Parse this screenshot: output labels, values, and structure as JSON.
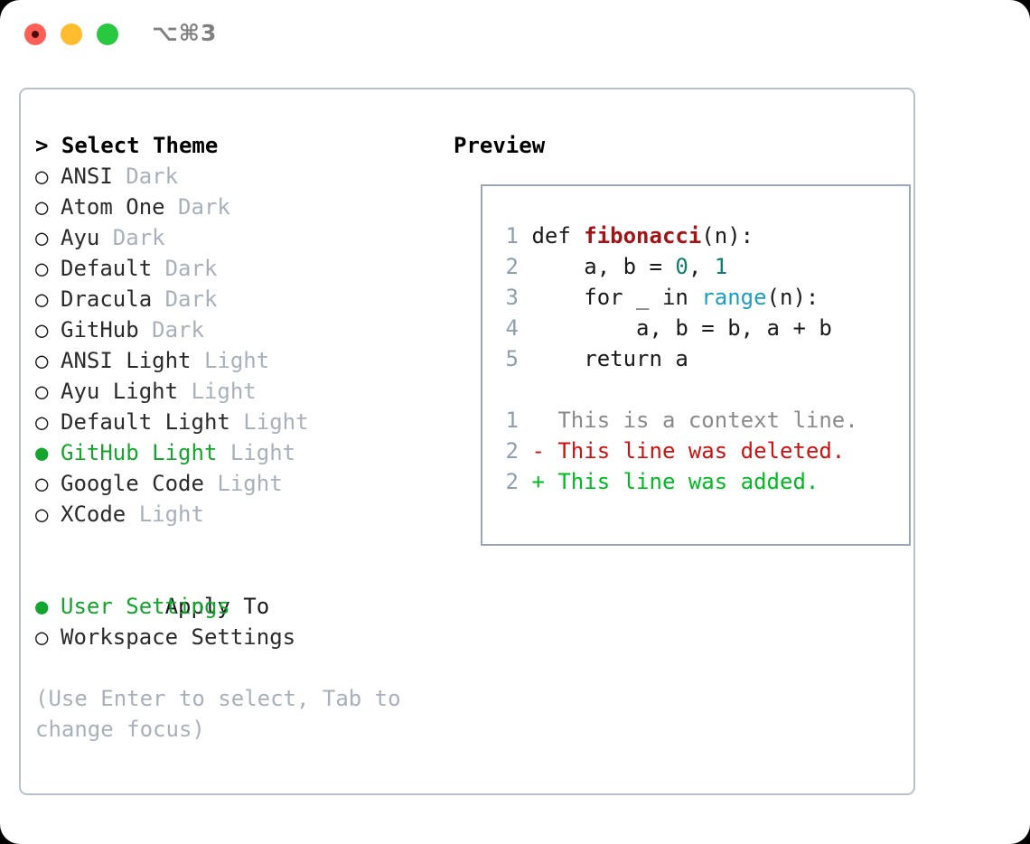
{
  "titlebar": {
    "shortcut": "⌥⌘3",
    "buttons": [
      "close",
      "minimize",
      "maximize"
    ]
  },
  "theme_panel": {
    "header": "> Select Theme",
    "marker_selected": "●",
    "marker_unselected": "○",
    "items": [
      {
        "marker": "○",
        "name": "ANSI",
        "tag": "Dark",
        "selected": false
      },
      {
        "marker": "○",
        "name": "Atom One",
        "tag": "Dark",
        "selected": false
      },
      {
        "marker": "○",
        "name": "Ayu",
        "tag": "Dark",
        "selected": false
      },
      {
        "marker": "○",
        "name": "Default",
        "tag": "Dark",
        "selected": false
      },
      {
        "marker": "○",
        "name": "Dracula",
        "tag": "Dark",
        "selected": false
      },
      {
        "marker": "○",
        "name": "GitHub",
        "tag": "Dark",
        "selected": false
      },
      {
        "marker": "○",
        "name": "ANSI Light",
        "tag": "Light",
        "selected": false
      },
      {
        "marker": "○",
        "name": "Ayu Light",
        "tag": "Light",
        "selected": false
      },
      {
        "marker": "○",
        "name": "Default Light",
        "tag": "Light",
        "selected": false
      },
      {
        "marker": "●",
        "name": "GitHub Light",
        "tag": "Light",
        "selected": true
      },
      {
        "marker": "○",
        "name": "Google Code",
        "tag": "Light",
        "selected": false
      },
      {
        "marker": "○",
        "name": "XCode",
        "tag": "Light",
        "selected": false
      }
    ]
  },
  "apply_to": {
    "header": "Apply To",
    "items": [
      {
        "marker": "●",
        "name": "User Settings",
        "selected": true
      },
      {
        "marker": "○",
        "name": "Workspace Settings",
        "selected": false
      }
    ]
  },
  "hint": "(Use Enter to select, Tab to change focus)",
  "preview": {
    "title": "Preview",
    "code_lines": [
      {
        "n": "1",
        "tokens": [
          {
            "t": "def ",
            "c": "plain"
          },
          {
            "t": "fibonacci",
            "c": "func"
          },
          {
            "t": "(n):",
            "c": "plain"
          }
        ]
      },
      {
        "n": "2",
        "tokens": [
          {
            "t": "    a, b = ",
            "c": "plain"
          },
          {
            "t": "0",
            "c": "num"
          },
          {
            "t": ", ",
            "c": "plain"
          },
          {
            "t": "1",
            "c": "num"
          }
        ]
      },
      {
        "n": "3",
        "tokens": [
          {
            "t": "    for _ in ",
            "c": "plain"
          },
          {
            "t": "range",
            "c": "builtin"
          },
          {
            "t": "(n):",
            "c": "plain"
          }
        ]
      },
      {
        "n": "4",
        "tokens": [
          {
            "t": "        a, b = b, a + b",
            "c": "plain"
          }
        ]
      },
      {
        "n": "5",
        "tokens": [
          {
            "t": "    return a",
            "c": "plain"
          }
        ]
      }
    ],
    "diff_lines": [
      {
        "n": "1",
        "text": "  This is a context line.",
        "kind": "context"
      },
      {
        "n": "2",
        "text": "- This line was deleted.",
        "kind": "del"
      },
      {
        "n": "2",
        "text": "+ This line was added.",
        "kind": "add"
      }
    ]
  },
  "colors": {
    "accent_green": "#13a52e",
    "diff_add": "#00bb22",
    "diff_del": "#cc1111",
    "muted": "#a8b0bb",
    "func": "#a31515",
    "number": "#0f7c70",
    "builtin": "#1a9ec4",
    "border": "#b8c0ca"
  }
}
